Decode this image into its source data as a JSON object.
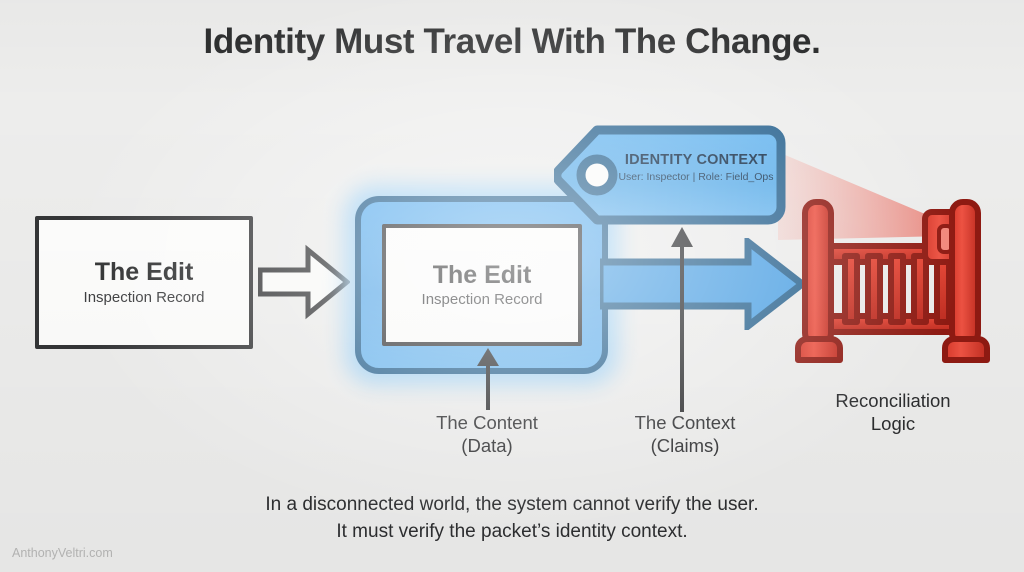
{
  "title": "Identity Must Travel With The Change.",
  "left_box": {
    "title": "The Edit",
    "subtitle": "Inspection Record"
  },
  "packet": {
    "inner_box": {
      "title": "The Edit",
      "subtitle": "Inspection Record"
    }
  },
  "identity_tag": {
    "title": "IDENTITY CONTEXT",
    "details": "User: Inspector | Role: Field_Ops"
  },
  "annotations": {
    "content": "The Content\n(Data)",
    "content_line1": "The Content",
    "content_line2": "(Data)",
    "context_line1": "The Context",
    "context_line2": "(Claims)",
    "reconciliation_line1": "Reconciliation",
    "reconciliation_line2": "Logic"
  },
  "caption": {
    "line1": "In a disconnected world, the system cannot verify the user.",
    "line2": "It must verify the packet’s identity context."
  },
  "watermark": "AnthonyVeltri.com",
  "icons": {
    "white_arrow": "arrow-right-outline-icon",
    "blue_arrow": "arrow-right-filled-icon",
    "gate": "gate-scanner-icon",
    "beam": "scan-beam-icon",
    "tag_eyelet": "tag-hole-icon",
    "pointer_content": "pointer-arrow-up-icon",
    "pointer_context": "pointer-arrow-up-icon"
  },
  "colors": {
    "background": "#ededec",
    "ink": "#2f3031",
    "packet_fill": "#5aaaea",
    "packet_border": "#2a6490",
    "tag_fill": "#5eaeec",
    "tag_border": "#2a6490",
    "tag_text": "#102a45",
    "gate_red": "#e03a2f",
    "gate_red_dark": "#9e1f16",
    "beam_red": "#f1756a",
    "box_border": "#343537",
    "box_fill": "#fdfdfc",
    "glow_blue": "#9fd2f6",
    "watermark": "#b7b7b6"
  }
}
